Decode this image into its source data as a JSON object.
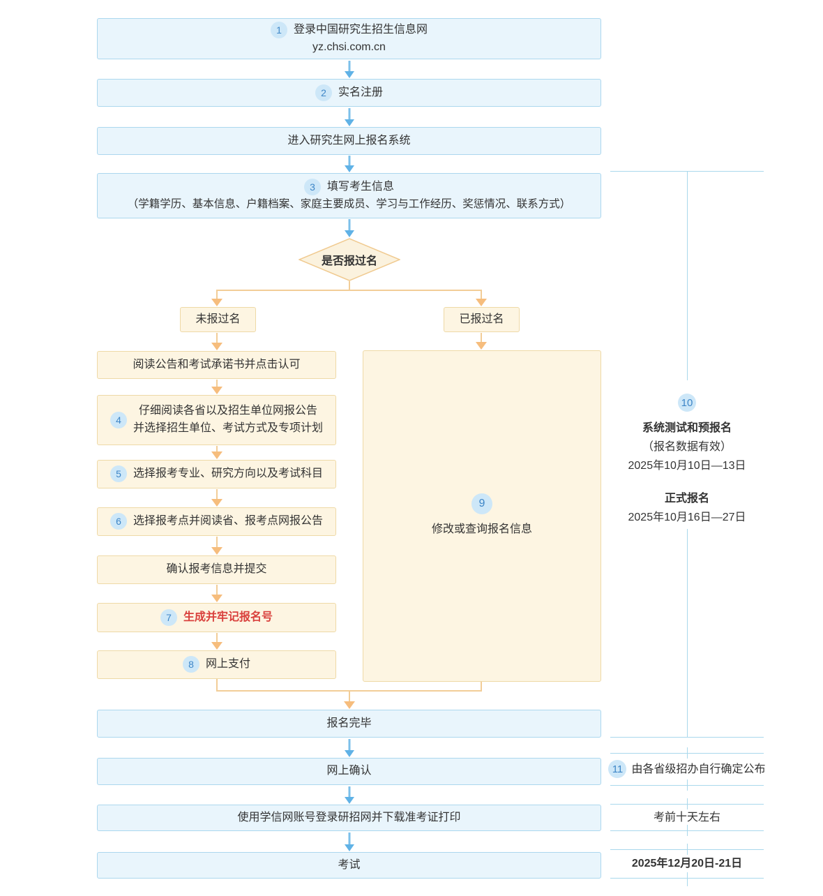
{
  "flow": {
    "s1": {
      "num": "1",
      "line1": "登录中国研究生招生信息网",
      "line2": "yz.chsi.com.cn"
    },
    "s2": {
      "num": "2",
      "label": "实名注册"
    },
    "s3": {
      "label": "进入研究生网上报名系统"
    },
    "s4": {
      "num": "3",
      "title": "填写考生信息",
      "subtitle": "（学籍学历、基本信息、户籍档案、家庭主要成员、学习与工作经历、奖惩情况、联系方式）"
    },
    "decision": {
      "label": "是否报过名"
    },
    "branch_no": {
      "label": "未报过名"
    },
    "branch_yes": {
      "label": "已报过名"
    },
    "left": {
      "0": {
        "label": "阅读公告和考试承诺书并点击认可"
      },
      "1": {
        "num": "4",
        "line1": "仔细阅读各省以及招生单位网报公告",
        "line2": "并选择招生单位、考试方式及专项计划"
      },
      "2": {
        "num": "5",
        "label": "选择报考专业、研究方向以及考试科目"
      },
      "3": {
        "num": "6",
        "label": "选择报考点并阅读省、报考点网报公告"
      },
      "4": {
        "label": "确认报考信息并提交"
      },
      "5": {
        "num": "7",
        "label": "生成并牢记报名号"
      },
      "6": {
        "num": "8",
        "label": "网上支付"
      }
    },
    "right9": {
      "num": "9",
      "label": "修改或查询报名信息"
    },
    "done": {
      "label": "报名完毕"
    },
    "confirm": {
      "label": "网上确认"
    },
    "print": {
      "label": "使用学信网账号登录研招网并下载准考证打印"
    },
    "exam": {
      "label": "考试"
    }
  },
  "side": {
    "s10": {
      "num": "10",
      "title1": "系统测试和预报名",
      "sub1": "（报名数据有效）",
      "date1": "2025年10月10日—13日",
      "title2": "正式报名",
      "date2": "2025年10月16日—27日"
    },
    "s11": {
      "num": "11",
      "label": "由各省级招办自行确定公布"
    },
    "admission": "考前十天左右",
    "examdate": "2025年12月20日-21日"
  },
  "colors": {
    "blue_box_fill": "#e9f5fc",
    "blue_box_border": "#abd7ee",
    "cream_box_fill": "#fdf5e2",
    "cream_box_border": "#eed9a6",
    "badge_fill": "#cde7f8",
    "badge_text": "#3e86c7",
    "blue_arrow": "#60b2e6",
    "orange_arrow": "#f6bd7d",
    "red_text": "#d9403c",
    "side_line": "#a9d8ec"
  }
}
